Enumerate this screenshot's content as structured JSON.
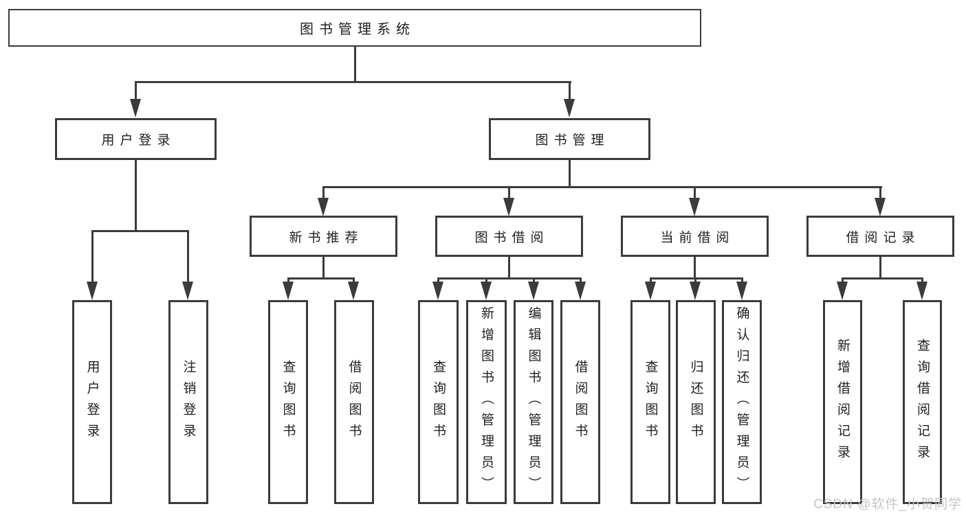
{
  "tree": {
    "label": "图书管理系统",
    "children": [
      {
        "label": "用户登录",
        "children": [
          {
            "label": "用户登录"
          },
          {
            "label": "注销登录"
          }
        ]
      },
      {
        "label": "图书管理",
        "children": [
          {
            "label": "新书推荐",
            "children": [
              {
                "label": "查询图书"
              },
              {
                "label": "借阅图书"
              }
            ]
          },
          {
            "label": "图书借阅",
            "children": [
              {
                "label": "查询图书"
              },
              {
                "label": "新增图书（管理员）"
              },
              {
                "label": "编辑图书（管理员）"
              },
              {
                "label": "借阅图书"
              }
            ]
          },
          {
            "label": "当前借阅",
            "children": [
              {
                "label": "查询图书"
              },
              {
                "label": "归还图书"
              },
              {
                "label": "确认归还（管理员）"
              }
            ]
          },
          {
            "label": "借阅记录",
            "children": [
              {
                "label": "新增借阅记录"
              },
              {
                "label": "查询借阅记录"
              }
            ]
          }
        ]
      }
    ]
  },
  "watermark": {
    "text": "CSDN @软件_小贺同学"
  },
  "colors": {
    "line": "#3b3b3b",
    "box_border": "#3b3b3b",
    "text": "#1f1f1f",
    "box_background": "#ffffff",
    "page_background": "#ffffff",
    "watermark_text": "#c4c4c4"
  }
}
